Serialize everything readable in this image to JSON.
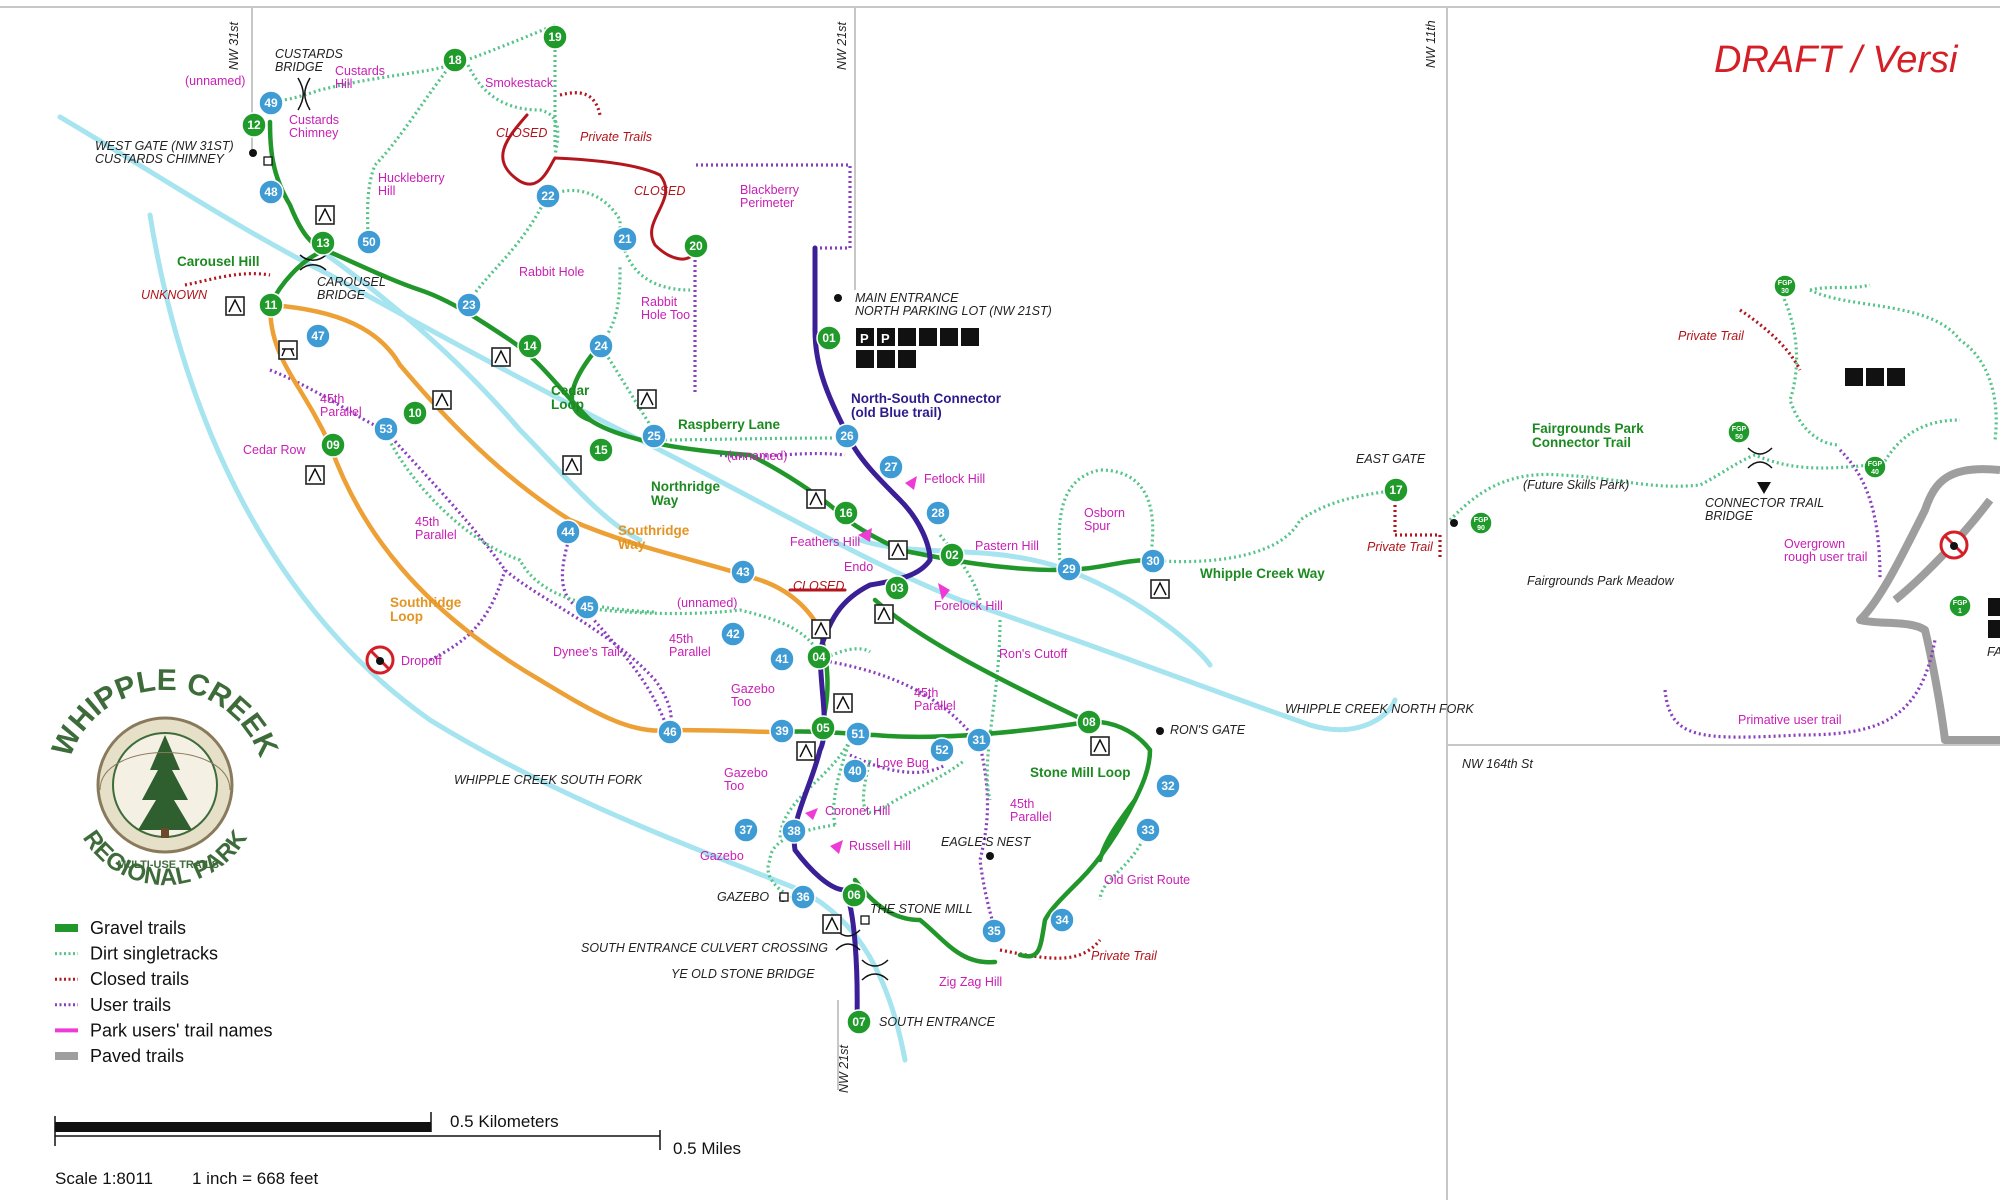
{
  "banner": "DRAFT / Versi",
  "roads": {
    "nw31": "NW 31st",
    "nw21_top": "NW 21st",
    "nw21_bottom": "NW 21st",
    "nw11": "NW 11th",
    "nw164": "NW 164th St"
  },
  "nodes": [
    {
      "id": "01",
      "color": "green"
    },
    {
      "id": "02",
      "color": "green"
    },
    {
      "id": "03",
      "color": "green"
    },
    {
      "id": "04",
      "color": "green"
    },
    {
      "id": "05",
      "color": "green"
    },
    {
      "id": "06",
      "color": "green"
    },
    {
      "id": "07",
      "color": "green"
    },
    {
      "id": "08",
      "color": "green"
    },
    {
      "id": "09",
      "color": "green"
    },
    {
      "id": "10",
      "color": "green"
    },
    {
      "id": "11",
      "color": "green"
    },
    {
      "id": "12",
      "color": "green"
    },
    {
      "id": "13",
      "color": "green"
    },
    {
      "id": "14",
      "color": "green"
    },
    {
      "id": "15",
      "color": "green"
    },
    {
      "id": "16",
      "color": "green"
    },
    {
      "id": "17",
      "color": "green"
    },
    {
      "id": "18",
      "color": "green"
    },
    {
      "id": "19",
      "color": "green"
    },
    {
      "id": "20",
      "color": "green"
    },
    {
      "id": "21",
      "color": "blue"
    },
    {
      "id": "22",
      "color": "blue"
    },
    {
      "id": "23",
      "color": "blue"
    },
    {
      "id": "24",
      "color": "blue"
    },
    {
      "id": "25",
      "color": "blue"
    },
    {
      "id": "26",
      "color": "blue"
    },
    {
      "id": "27",
      "color": "blue"
    },
    {
      "id": "28",
      "color": "blue"
    },
    {
      "id": "29",
      "color": "blue"
    },
    {
      "id": "30",
      "color": "blue"
    },
    {
      "id": "31",
      "color": "blue"
    },
    {
      "id": "32",
      "color": "blue"
    },
    {
      "id": "33",
      "color": "blue"
    },
    {
      "id": "34",
      "color": "blue"
    },
    {
      "id": "35",
      "color": "blue"
    },
    {
      "id": "36",
      "color": "blue"
    },
    {
      "id": "37",
      "color": "blue"
    },
    {
      "id": "38",
      "color": "blue"
    },
    {
      "id": "39",
      "color": "blue"
    },
    {
      "id": "40",
      "color": "blue"
    },
    {
      "id": "41",
      "color": "blue"
    },
    {
      "id": "42",
      "color": "blue"
    },
    {
      "id": "43",
      "color": "blue"
    },
    {
      "id": "44",
      "color": "blue"
    },
    {
      "id": "45",
      "color": "blue"
    },
    {
      "id": "46",
      "color": "blue"
    },
    {
      "id": "47",
      "color": "blue"
    },
    {
      "id": "48",
      "color": "blue"
    },
    {
      "id": "49",
      "color": "blue"
    },
    {
      "id": "50",
      "color": "blue"
    },
    {
      "id": "51",
      "color": "blue"
    },
    {
      "id": "52",
      "color": "blue"
    },
    {
      "id": "53",
      "color": "blue"
    }
  ],
  "fgp_nodes": [
    {
      "line1": "FGP",
      "line2": "30"
    },
    {
      "line1": "FGP",
      "line2": "50"
    },
    {
      "line1": "FGP",
      "line2": "40"
    },
    {
      "line1": "FGP",
      "line2": "90"
    },
    {
      "line1": "FGP",
      "line2": "1"
    }
  ],
  "labels": {
    "custards_bridge": "CUSTARDS\nBRIDGE",
    "custards_hill": "Custards\nHill",
    "unnamed1": "(unnamed)",
    "custards_chimney": "Custards\nChimney",
    "west_gate": "WEST GATE (NW 31ST)\nCUSTARDS CHIMNEY",
    "smokestack": "Smokestack",
    "closed1": "CLOSED",
    "private_trails": "Private Trails",
    "closed2": "CLOSED",
    "blackberry": "Blackberry\nPerimeter",
    "huckleberry": "Huckleberry\nHill",
    "rabbit_hole": "Rabbit Hole",
    "rabbit_hole_too": "Rabbit\nHole Too",
    "carousel_hill": "Carousel Hill",
    "unknown": "UNKNOWN",
    "carousel_bridge": "CAROUSEL\nBRIDGE",
    "main_entrance": "MAIN ENTRANCE\nNORTH PARKING LOT (NW 21ST)",
    "cedar_loop": "Cedar\nLoop",
    "raspberry": "Raspberry Lane",
    "ns_connector": "North-South Connector\n(old Blue trail)",
    "unnamed2": "(unnamed)",
    "parallel45_a": "45th\nParallel",
    "cedar_row": "Cedar Row",
    "northridge": "Northridge\nWay",
    "fetlock": "Fetlock Hill",
    "feathers": "Feathers Hill",
    "pastern": "Pastern Hill",
    "osborn": "Osborn\nSpur",
    "east_gate": "EAST GATE",
    "private_trail_east": "Private Trail",
    "whipple_creek_way": "Whipple Creek Way",
    "endo": "Endo",
    "closed3": "CLOSED",
    "forelock": "Forelock Hill",
    "parallel45_b": "45th\nParallel",
    "southridge_way": "Southridge\nWay",
    "southridge_loop": "Southridge\nLoop",
    "dropoff": "Dropoff",
    "unnamed3": "(unnamed)",
    "dynees": "Dynee's Tail",
    "parallel45_c": "45th\nParallel",
    "rons_cutoff": "Ron's Cutoff",
    "gazebo_too1": "Gazebo\nToo",
    "parallel45_d": "45th\nParallel",
    "rons_gate": "RON'S GATE",
    "wc_north_fork": "WHIPPLE CREEK NORTH FORK",
    "love_bug": "Love Bug",
    "stone_mill_loop": "Stone Mill Loop",
    "wc_south_fork": "WHIPPLE CREEK SOUTH FORK",
    "gazebo_too2": "Gazebo\nToo",
    "coronet": "Coronet Hill",
    "parallel45_e": "45th\nParallel",
    "russell": "Russell Hill",
    "eagles_nest": "EAGLE'S NEST",
    "old_grist": "Old Grist Route",
    "gazebo": "Gazebo",
    "gazebo_cap": "GAZEBO",
    "stone_mill": "THE STONE MILL",
    "private_trail_south": "Private Trail",
    "culvert": "SOUTH ENTRANCE CULVERT CROSSING",
    "stone_bridge": "YE OLD STONE BRIDGE",
    "zigzag": "Zig Zag Hill",
    "south_entrance": "SOUTH ENTRANCE",
    "fairgrounds_connector": "Fairgrounds Park\nConnector Trail",
    "future_skills": "(Future Skills Park)",
    "connector_bridge": "CONNECTOR TRAIL\nBRIDGE",
    "private_trail_fg": "Private Trail",
    "overgrown": "Overgrown\nrough user trail",
    "fairgrounds_meadow": "Fairgrounds Park Meadow",
    "primitive": "Primative user trail",
    "fa_cut": "FA"
  },
  "logo": {
    "top": "WHIPPLE CREEK",
    "bottom": "REGIONAL PARK",
    "sub": "MULTI-USE TRAILS"
  },
  "legend": [
    {
      "label": "Gravel trails",
      "style": "gravel",
      "color": "#21962a"
    },
    {
      "label": "Dirt singletracks",
      "style": "dirt",
      "color": "#56c48a"
    },
    {
      "label": "Closed trails",
      "style": "closed",
      "color": "#b3161d"
    },
    {
      "label": "User trails",
      "style": "user",
      "color": "#8a3fbf"
    },
    {
      "label": "Park users' trail names",
      "style": "pink",
      "color": "#ee3bd6"
    },
    {
      "label": "Paved trails",
      "style": "paved",
      "color": "#9e9e9e"
    }
  ],
  "scale": {
    "km": "0.5 Kilometers",
    "miles": "0.5 Miles",
    "ratio": "Scale 1:8011",
    "inch": "1 inch = 668 feet"
  },
  "colors": {
    "gravel": "#21962a",
    "dirt": "#56c48a",
    "closed": "#b3161d",
    "user": "#8a3fbf",
    "orange": "#eda035",
    "ns": "#3a1f96",
    "stream": "#a6e4ef",
    "node_green": "#1f9a2b",
    "node_blue": "#3e9bd4",
    "pink": "#c81fb4",
    "draft": "#d41f27"
  }
}
